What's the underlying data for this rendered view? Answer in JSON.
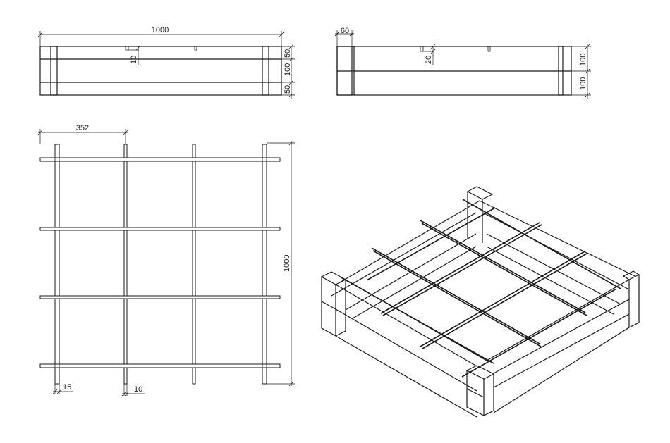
{
  "drawing": {
    "front_view": {
      "width_label": "1000",
      "top_label": "50",
      "mid_label": "100",
      "bottom_label": "50",
      "slot_label": "10"
    },
    "side_view": {
      "thickness_label": "60",
      "slot_label": "20",
      "upper_label": "100",
      "lower_label": "100"
    },
    "plan_view": {
      "spacing_label": "352",
      "height_label": "1000",
      "bar_label": "15",
      "rod_label": "10"
    }
  },
  "colors": {
    "line": "#1a1a1a",
    "background": "#ffffff"
  }
}
